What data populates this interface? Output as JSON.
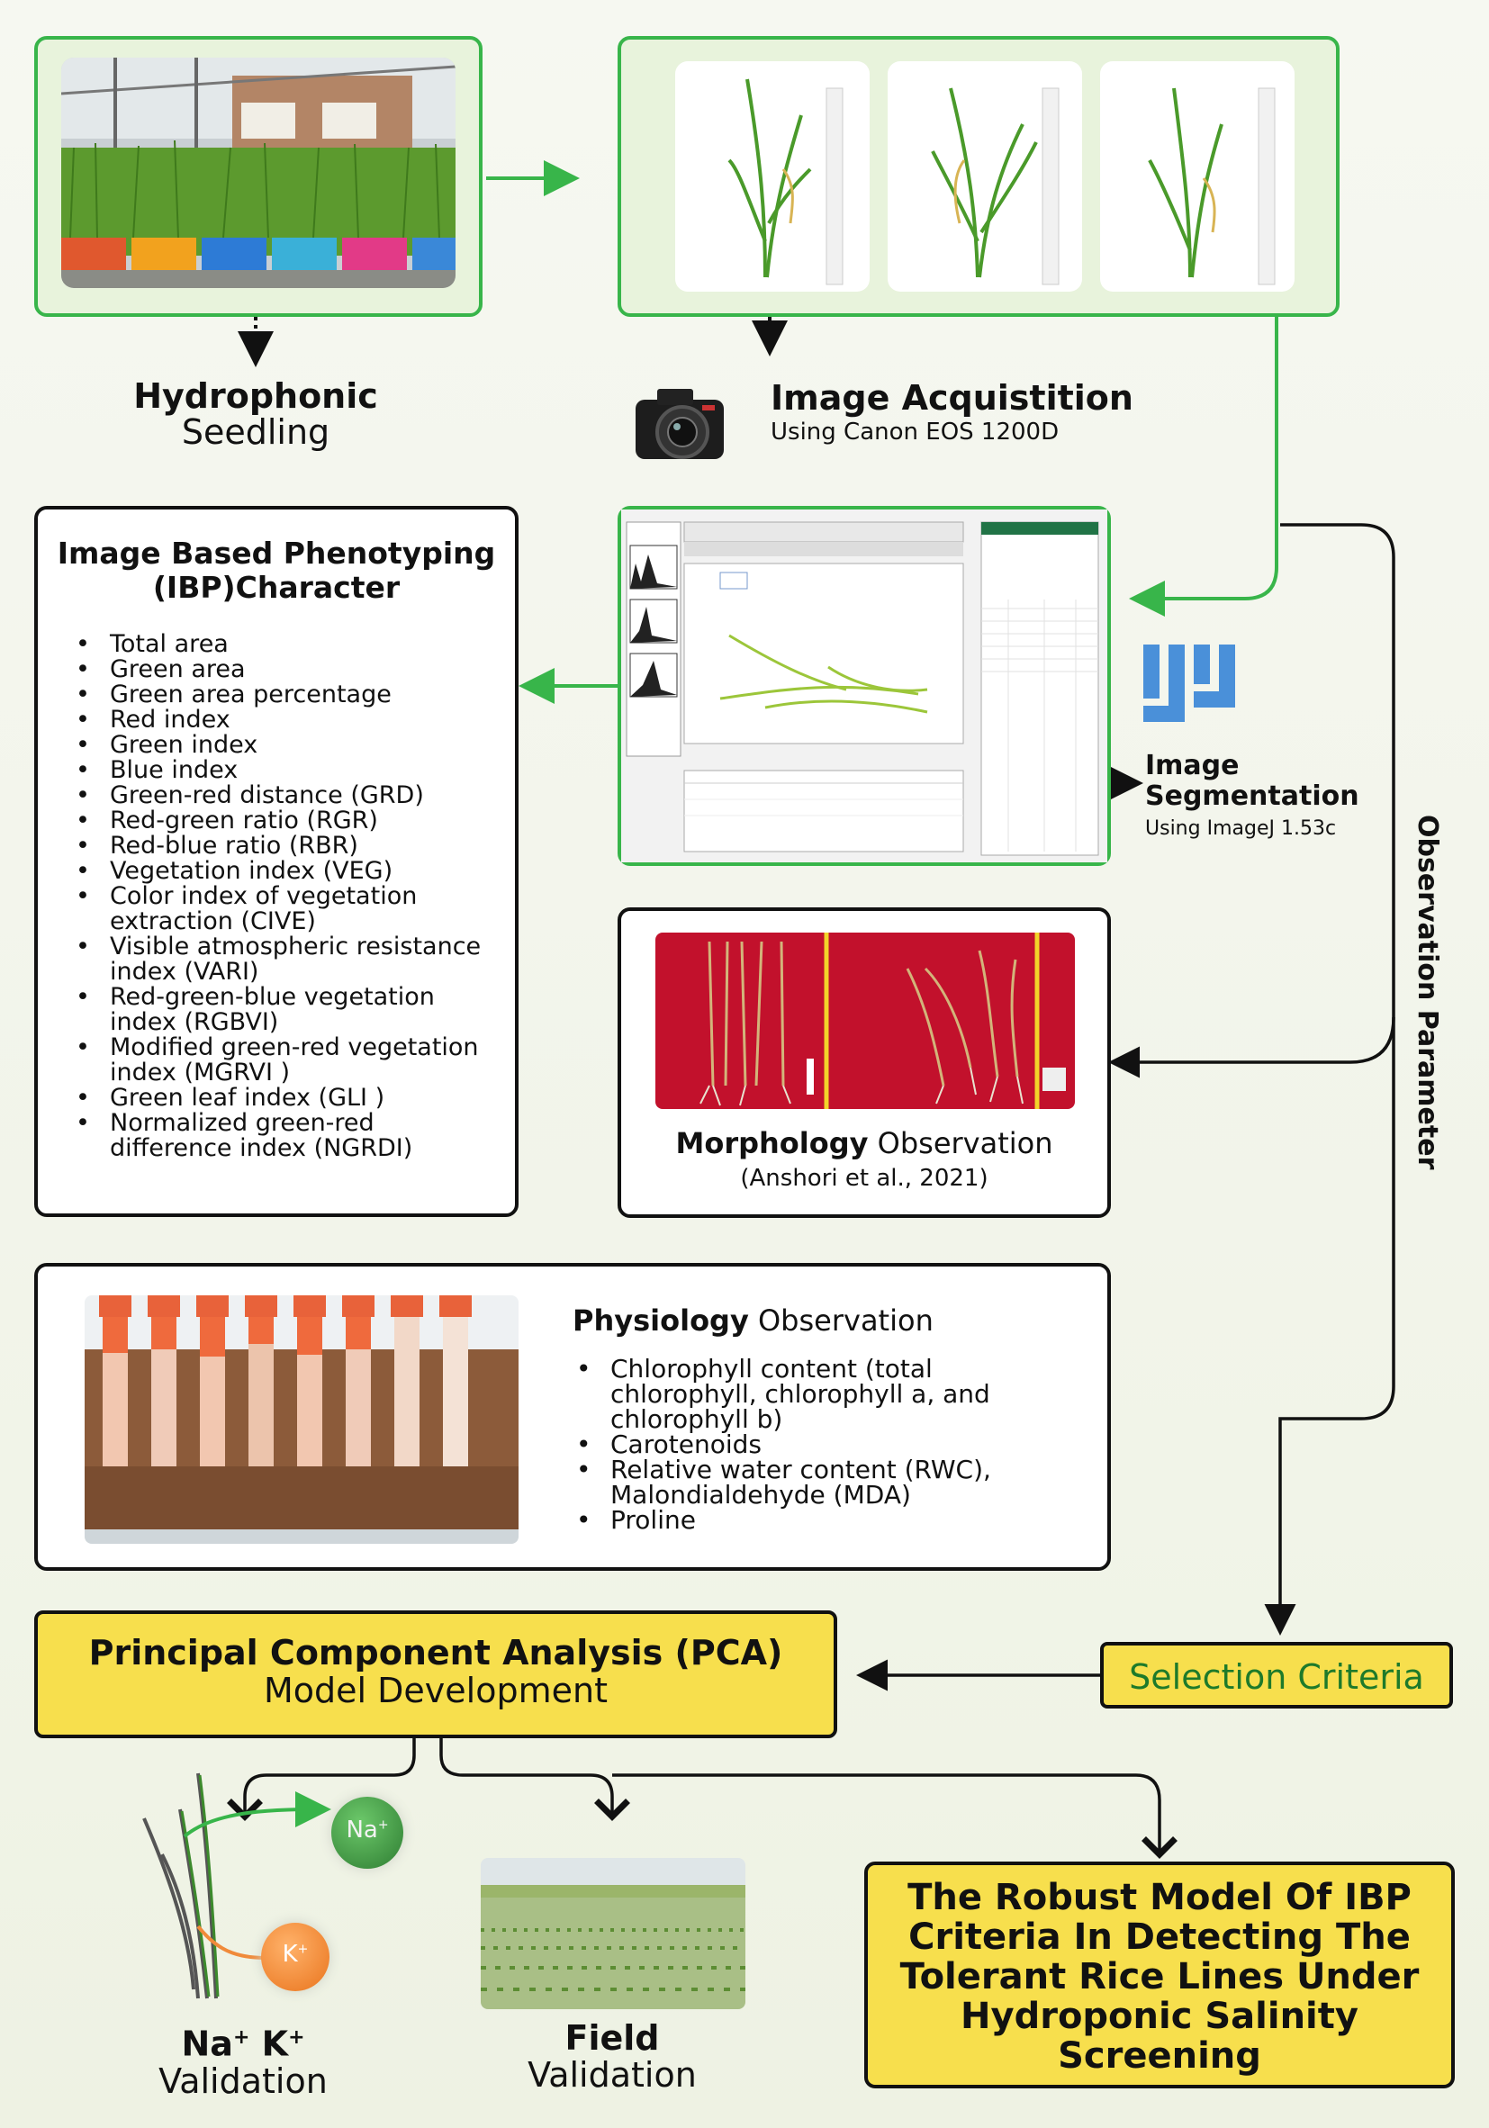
{
  "hydrophonic": {
    "title": "Hydrophonic",
    "subtitle": "Seedling"
  },
  "acquisition": {
    "title": "Image Acquistition",
    "subtitle": "Using Canon EOS 1200D"
  },
  "segmentation": {
    "title_line1": "Image",
    "title_line2": "Segmentation",
    "subtitle": "Using ImageJ 1.53c"
  },
  "ibp": {
    "title_line1": "Image Based Phenotyping",
    "title_line2": "(IBP)Character",
    "items": [
      "Total area",
      "Green area",
      "Green area percentage",
      "Red index",
      "Green index",
      "Blue index",
      "Green-red distance (GRD)",
      "Red-green ratio (RGR)",
      "Red-blue ratio (RBR)",
      "Vegetation index (VEG)",
      "Color index of vegetation extraction (CIVE)",
      "Visible atmospheric resistance index (VARI)",
      "Red-green-blue vegetation index (RGBVI)",
      "Modified green-red vegetation index (MGRVI )",
      "Green leaf index (GLI )",
      "Normalized green-red difference index (NGRDI)"
    ]
  },
  "morphology": {
    "title_bold": "Morphology",
    "title_rest": " Observation",
    "citation": "(Anshori et al., 2021)"
  },
  "physiology": {
    "title_bold": "Physiology",
    "title_rest": " Observation",
    "items": [
      "Chlorophyll content (total chlorophyll, chlorophyll a, and chlorophyll b)",
      "Carotenoids",
      "Relative water content (RWC), Malondialdehyde (MDA)",
      "Proline"
    ]
  },
  "observation_parameter": "Observation Parameter",
  "pca": {
    "title": "Principal Component Analysis (PCA)",
    "subtitle": "Model Development"
  },
  "selection_criteria": "Selection Criteria",
  "nak": {
    "title_na": "Na",
    "title_k": " K",
    "sup": "+",
    "subtitle": "Validation",
    "ion_na": "Na",
    "ion_k": "K"
  },
  "field": {
    "title": "Field",
    "subtitle": "Validation"
  },
  "robust": {
    "line1": "The Robust Model Of IBP",
    "line2": "Criteria In Detecting The",
    "line3": "Tolerant Rice Lines Under",
    "line4": "Hydroponic Salinity",
    "line5": "Screening"
  },
  "colors": {
    "green": "#38b54a",
    "yellow": "#f7df4d",
    "dark": "#111111",
    "fiji_blue": "#4a90d9"
  }
}
